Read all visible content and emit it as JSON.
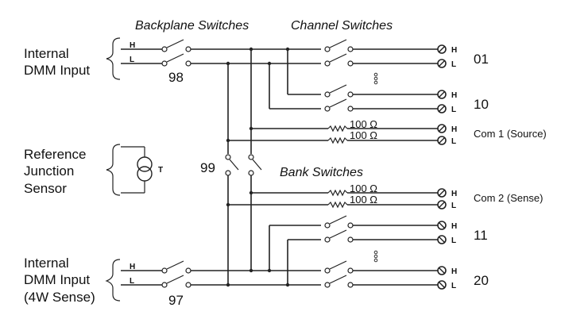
{
  "titles": {
    "backplane": "Backplane Switches",
    "channel": "Channel Switches",
    "bank": "Bank Switches"
  },
  "left_labels": {
    "dmm_input": [
      "Internal",
      "DMM Input"
    ],
    "ref_junction": [
      "Reference",
      "Junction",
      "Sensor"
    ],
    "dmm_4w": [
      "Internal",
      "DMM Input",
      "(4W Sense)"
    ]
  },
  "line_labels": {
    "high": "H",
    "low": "L",
    "thermistor": "T"
  },
  "switch_numbers": {
    "sw98": "98",
    "sw99": "99",
    "sw97": "97"
  },
  "resistors": {
    "com1_h": "100 Ω",
    "com1_l": "100 Ω",
    "com2_h": "100 Ω",
    "com2_l": "100 Ω"
  },
  "channels": {
    "ch01": "01",
    "ch10": "10",
    "ch11": "11",
    "ch20": "20"
  },
  "com_labels": {
    "com1": "Com 1 (Source)",
    "com2": "Com 2 (Sense)"
  },
  "icons": {
    "ellipsis": "vertical-ellipsis-icon",
    "terminal": "screw-terminal-icon",
    "switch": "spst-switch-icon",
    "resistor": "resistor-icon",
    "thermistor": "thermistor-icon"
  }
}
